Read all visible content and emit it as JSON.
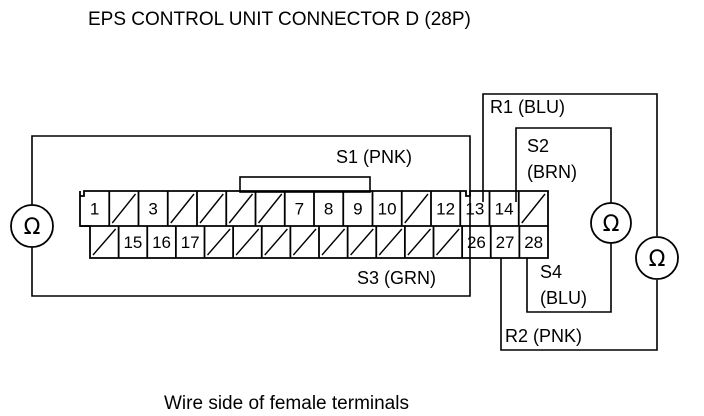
{
  "title": "EPS CONTROL UNIT CONNECTOR D (28P)",
  "caption": "Wire side of female terminals",
  "wires": {
    "s1": "S1 (PNK)",
    "s2_line1": "S2",
    "s2_line2": "(BRN)",
    "s3": "S3 (GRN)",
    "s4_line1": "S4",
    "s4_line2": "(BLU)",
    "r1": "R1 (BLU)",
    "r2": "R2 (PNK)"
  },
  "ohmmeter_symbol": "Ω",
  "connector": {
    "top_row": [
      "1",
      "",
      "3",
      "",
      "",
      "",
      "",
      "7",
      "8",
      "9",
      "10",
      "",
      "12",
      "13",
      "14",
      ""
    ],
    "bottom_row": [
      "",
      "15",
      "16",
      "17",
      "",
      "",
      "",
      "",
      "",
      "",
      "",
      "",
      "",
      "26",
      "27",
      "28"
    ]
  }
}
